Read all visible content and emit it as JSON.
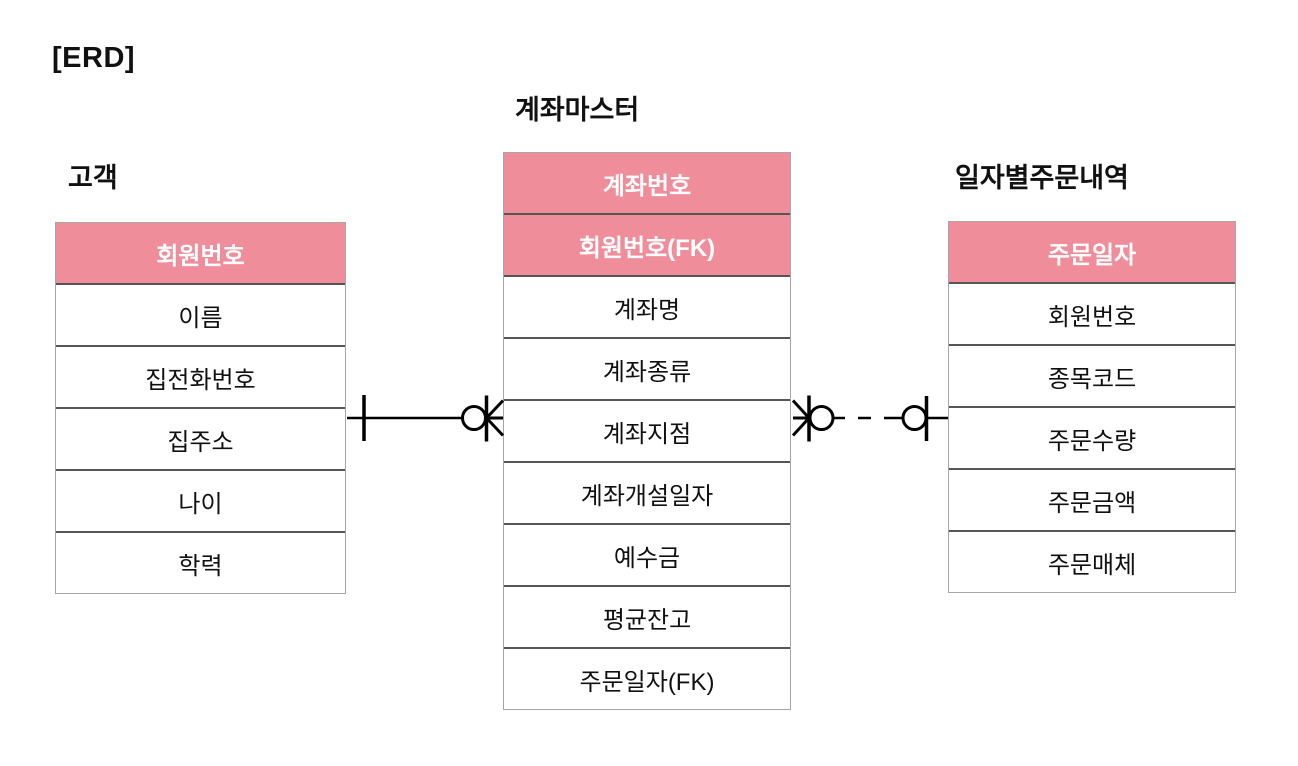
{
  "page_title": "[ERD]",
  "diagram": {
    "tables": [
      {
        "id": "customer",
        "title": "고객",
        "pk_rows": [
          "회원번호"
        ],
        "rows": [
          "이름",
          "집전화번호",
          "집주소",
          "나이",
          "학력"
        ]
      },
      {
        "id": "account-master",
        "title": "계좌마스터",
        "pk_rows": [
          "계좌번호",
          "회원번호(FK)"
        ],
        "rows": [
          "계좌명",
          "계좌종류",
          "계좌지점",
          "계좌개설일자",
          "예수금",
          "평균잔고",
          "주문일자(FK)"
        ]
      },
      {
        "id": "daily-orders",
        "title": "일자별주문내역",
        "pk_rows": [
          "주문일자"
        ],
        "rows": [
          "회원번호",
          "종목코드",
          "주문수량",
          "주문금액",
          "주문매체"
        ]
      }
    ],
    "relationships": [
      {
        "from": "고객",
        "to": "계좌마스터",
        "from_cardinality": "one",
        "to_cardinality": "zero-or-many",
        "line_style": "solid"
      },
      {
        "from": "계좌마스터",
        "to": "일자별주문내역",
        "from_cardinality": "zero-or-many",
        "to_cardinality": "zero-or-one",
        "line_style": "dashed"
      }
    ],
    "colors": {
      "header_bg": "#EF8D9B",
      "header_text": "#FFFFFF",
      "row_text": "#111111",
      "inner_border": "#565656",
      "outer_border": "#A6A6A6",
      "connector": "#000000"
    }
  }
}
